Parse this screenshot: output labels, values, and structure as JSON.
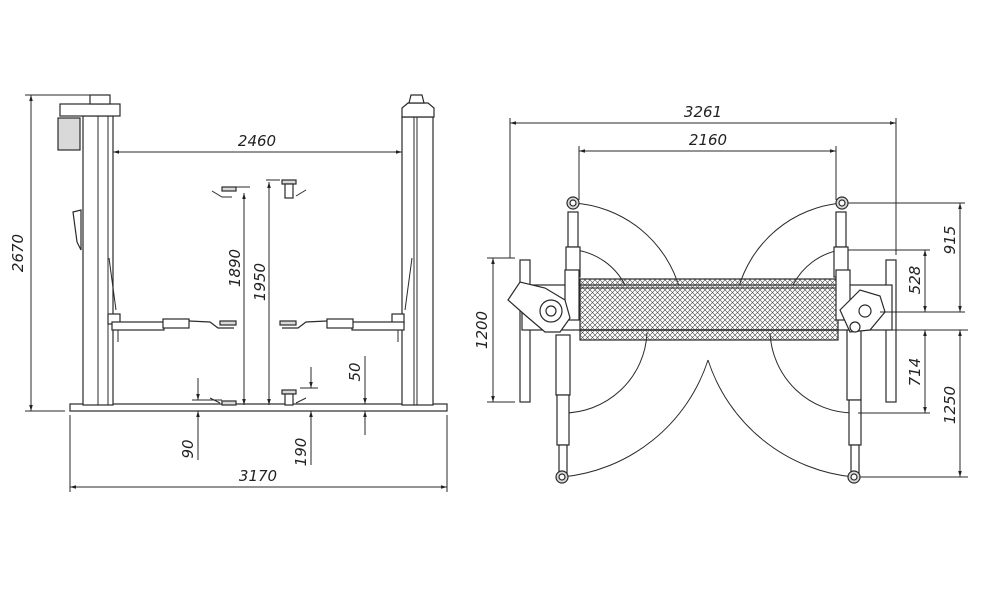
{
  "front_view": {
    "dimensions": {
      "column_inner_width": "2460",
      "total_height": "2670",
      "max_lift_height_low": "1890",
      "max_lift_height_high": "1950",
      "pad_height_min": "90",
      "pad_height_max": "190",
      "pad_adjust": "50",
      "total_width": "3170"
    }
  },
  "top_view": {
    "dimensions": {
      "overall_width": "3261",
      "arm_span": "2160",
      "long_arm_reach": "915",
      "long_arm_min": "528",
      "short_arm_min": "714",
      "short_arm_reach": "1250",
      "base_depth": "1200"
    }
  }
}
